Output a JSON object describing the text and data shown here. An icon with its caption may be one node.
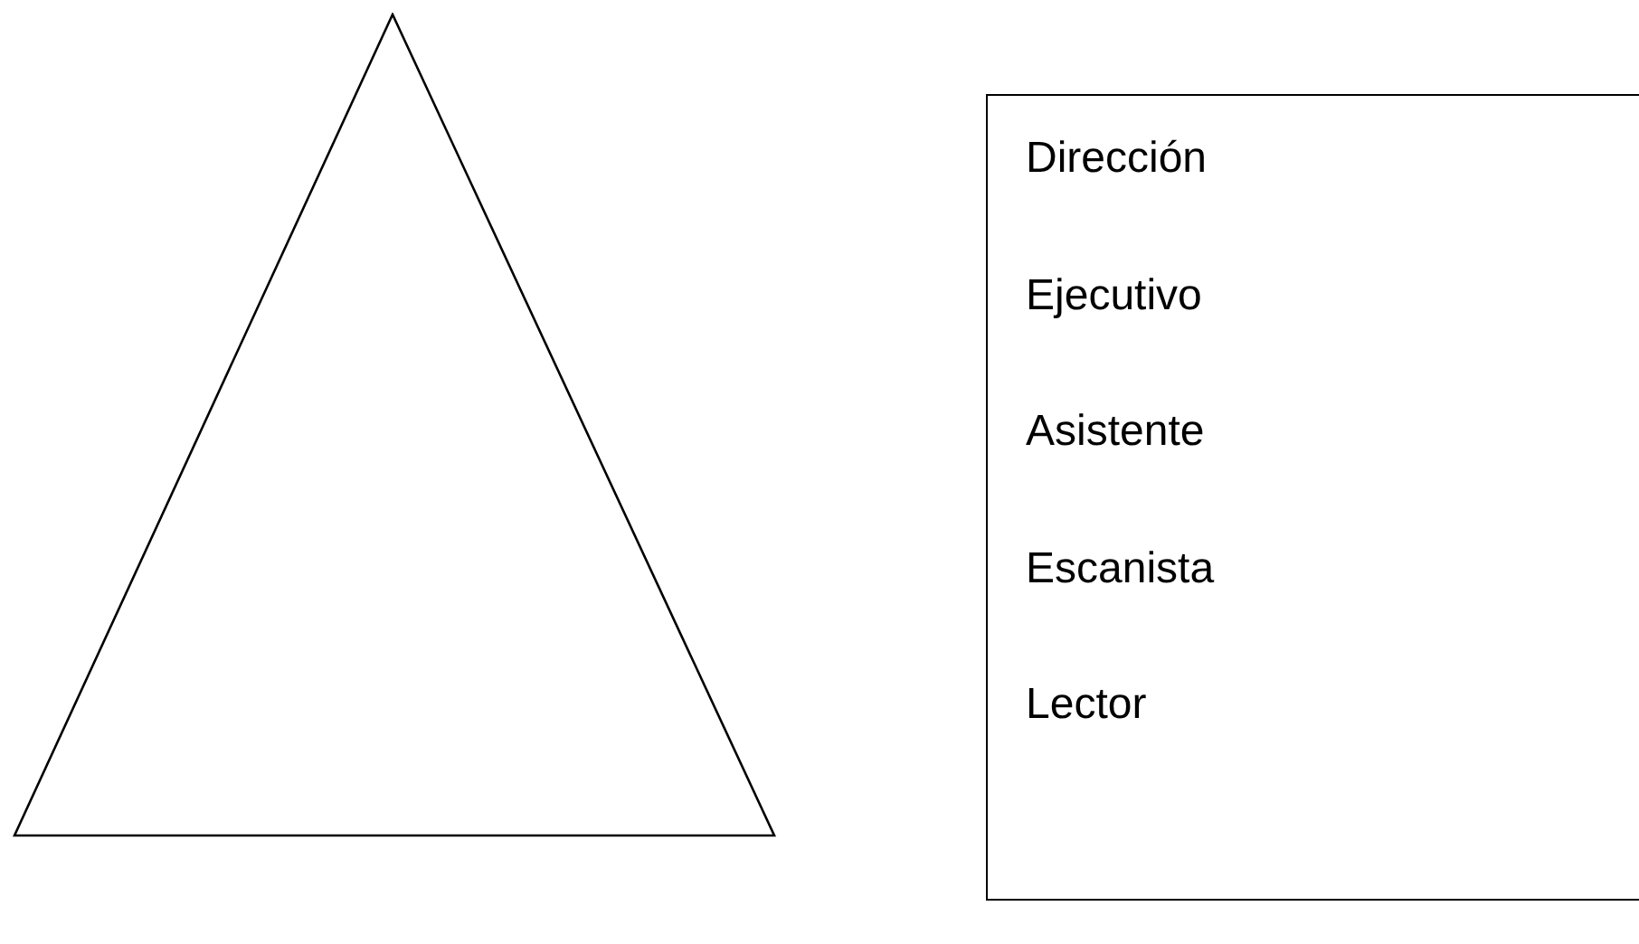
{
  "diagram": {
    "nodes": [
      {
        "text": [],
        "shape": "triangle"
      },
      {
        "text": [
          "Dirección",
          "Ejecutivo",
          "Asistente",
          "Escanista",
          "Lector"
        ]
      }
    ]
  }
}
